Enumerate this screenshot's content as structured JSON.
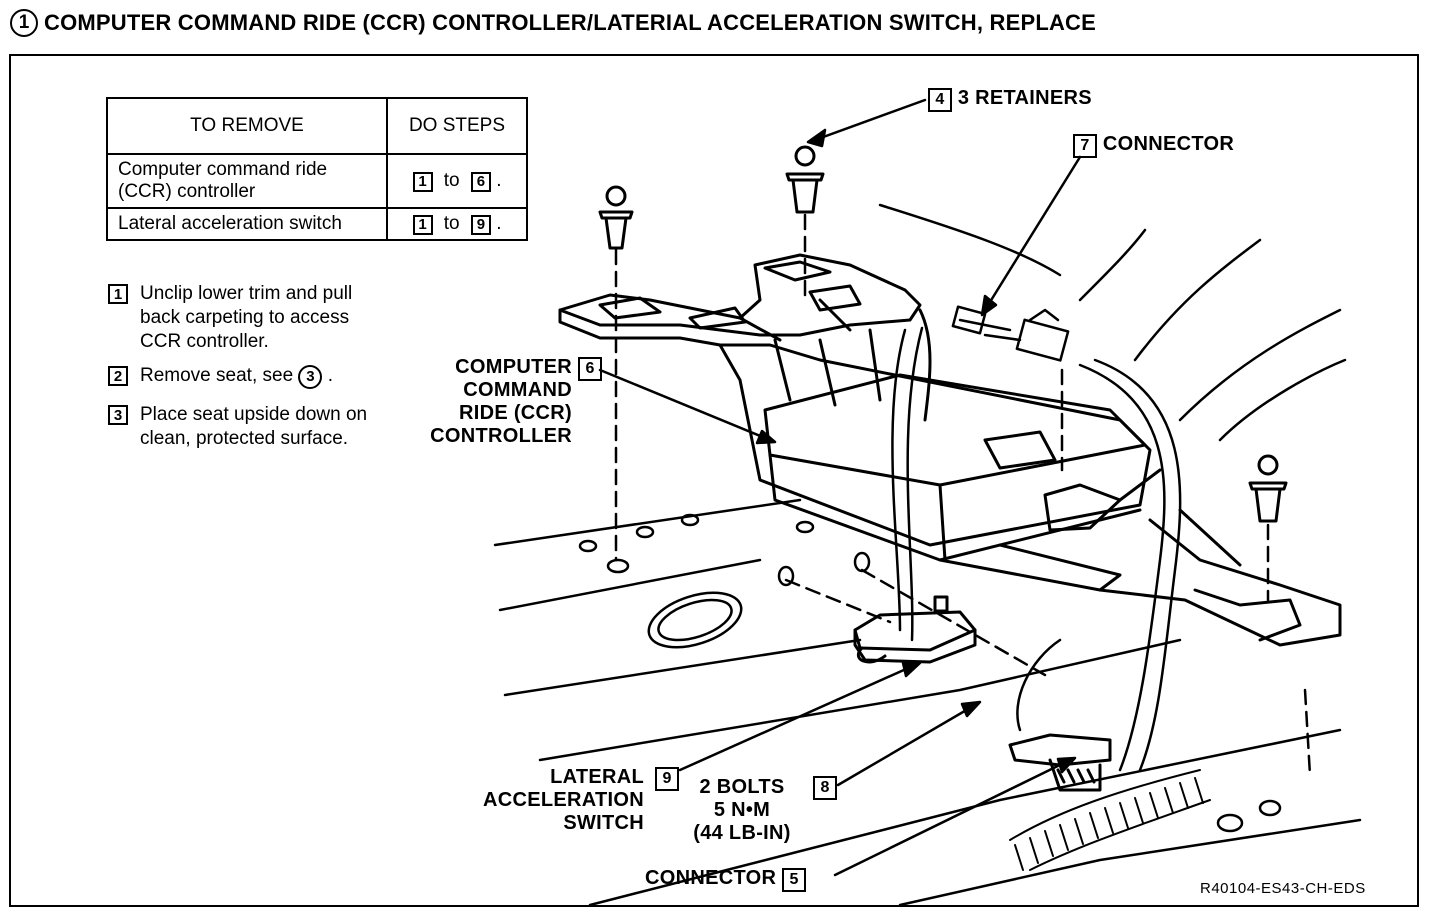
{
  "title": {
    "number": "1",
    "text": "COMPUTER COMMAND RIDE (CCR) CONTROLLER/LATERIAL ACCELERATION SWITCH, REPLACE"
  },
  "table": {
    "header_remove": "TO REMOVE",
    "header_steps": "DO STEPS",
    "rows": [
      {
        "name": "Computer command ride (CCR) controller",
        "from": "1",
        "to_word": "to",
        "to": "6",
        "end": "."
      },
      {
        "name": "Lateral acceleration switch",
        "from": "1",
        "to_word": "to",
        "to": "9",
        "end": "."
      }
    ]
  },
  "steps": [
    {
      "num": "1",
      "text": "Unclip lower trim and pull back carpeting to access CCR controller."
    },
    {
      "num": "2",
      "text_before": "Remove seat, see",
      "ref": "3",
      "text_after": "."
    },
    {
      "num": "3",
      "text": "Place seat upside down on clean, protected surface."
    }
  ],
  "callouts": {
    "retainers": {
      "num": "4",
      "text": "3 RETAINERS"
    },
    "connector7": {
      "num": "7",
      "text": "CONNECTOR"
    },
    "controller": {
      "num": "6",
      "line1": "COMPUTER",
      "line2": "COMMAND",
      "line3": "RIDE (CCR)",
      "line4": "CONTROLLER"
    },
    "lateral": {
      "num": "9",
      "line1": "LATERAL",
      "line2": "ACCELERATION",
      "line3": "SWITCH"
    },
    "bolts": {
      "num": "8",
      "line1": "2 BOLTS",
      "line2": "5 N•M",
      "line3": "(44 LB-IN)"
    },
    "connector5": {
      "num": "5",
      "text": "CONNECTOR"
    }
  },
  "reference": "R40104-ES43-CH-EDS"
}
